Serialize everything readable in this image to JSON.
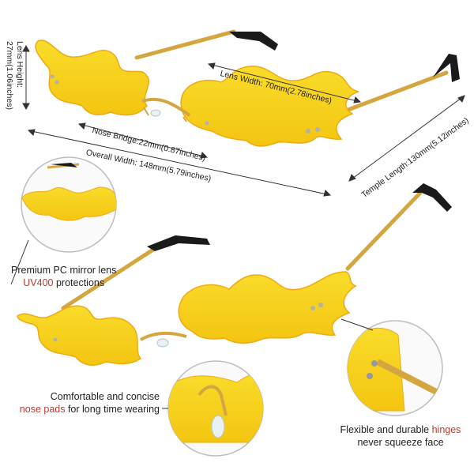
{
  "dimensions": {
    "lens_height": "Lens Height:",
    "lens_height_value": "27mm(1.06inches)",
    "lens_width": "Lens Width: 70mm(2.78inches)",
    "nose_bridge": "Nose Bridge:22mm(0.87inches)",
    "overall_width": "Overall Width: 148mm(5.79inches)",
    "temple_length": "Temple Length:130mm(5.12inches)"
  },
  "callouts": {
    "lens": {
      "line1": "Premium PC mirror lens",
      "highlight": "UV400",
      "rest": " protections"
    },
    "nose": {
      "line1": "Comfortable and concise",
      "highlight": "nose pads",
      "rest": " for long time wearing"
    },
    "hinge": {
      "prefix": "Flexible and durable ",
      "highlight": "hinges",
      "line2": "never squeeze face"
    }
  },
  "colors": {
    "lens": "#f6d21c",
    "lens_edge": "#f0a916",
    "frame": "#d4a640",
    "tip": "#1a1a1a",
    "highlight": "#c0392b"
  }
}
